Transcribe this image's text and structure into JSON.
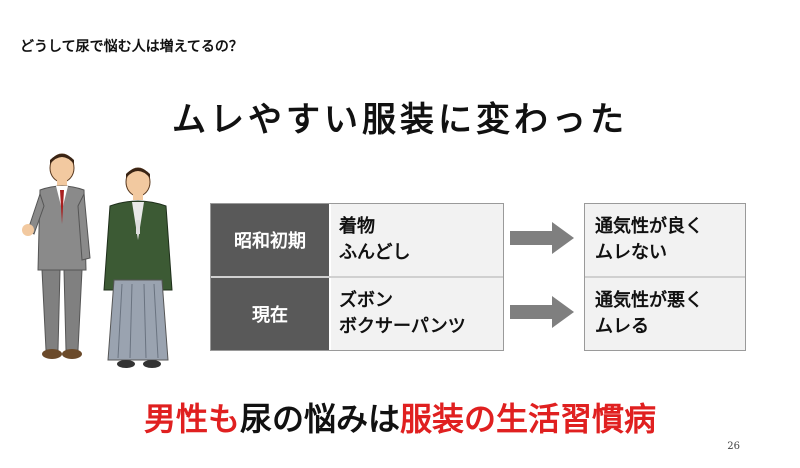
{
  "slide": {
    "subtitle": "どうして尿で悩む人は増えてるの？",
    "heading": "ムレやすい服装に変わった",
    "page_number": "26"
  },
  "table": {
    "rows": [
      {
        "label": "昭和初期",
        "items": [
          "着物",
          "ふんどし"
        ]
      },
      {
        "label": "現在",
        "items": [
          "ズボン",
          "ボクサーパンツ"
        ]
      }
    ]
  },
  "results": [
    {
      "lines": [
        "通気性が良く",
        "ムレない"
      ]
    },
    {
      "lines": [
        "通気性が悪く",
        "ムレる"
      ]
    }
  ],
  "conclusion": {
    "part1": "男性も",
    "part2": "尿の悩みは",
    "part3": "服装の生活習慣病"
  },
  "colors": {
    "accent_red": "#e02020",
    "header_gray": "#595959",
    "cell_gray": "#f2f2f2",
    "arrow_gray": "#7f7f7f"
  },
  "icons": {
    "man_in_suit": "businessman-illustration-icon",
    "man_in_kimono": "kimono-man-illustration-icon",
    "arrow": "right-arrow-icon"
  }
}
